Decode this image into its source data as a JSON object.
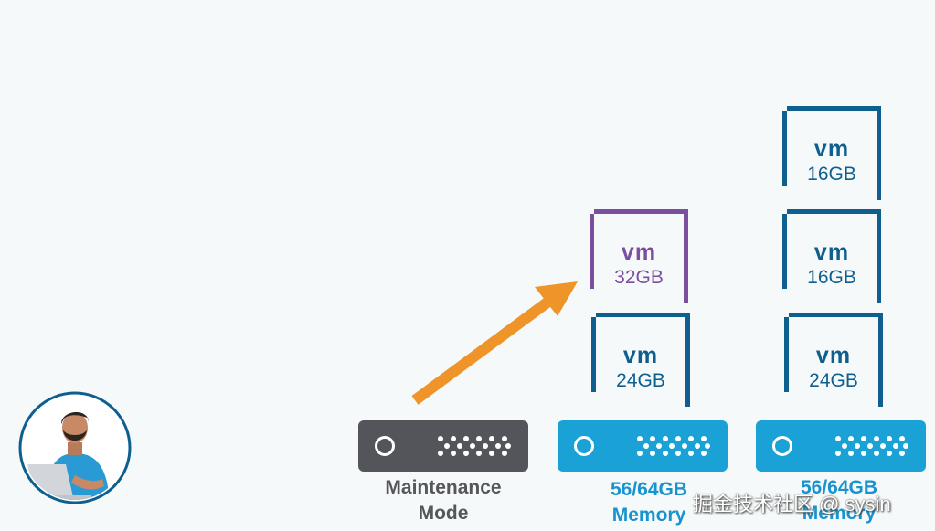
{
  "vms": {
    "col2": [
      {
        "name": "vm",
        "size": "32GB",
        "color": "#7b4fa0"
      },
      {
        "name": "vm",
        "size": "24GB",
        "color": "#0f5f8e"
      }
    ],
    "col3": [
      {
        "name": "vm",
        "size": "16GB",
        "color": "#0f5f8e"
      },
      {
        "name": "vm",
        "size": "16GB",
        "color": "#0f5f8e"
      },
      {
        "name": "vm",
        "size": "24GB",
        "color": "#0f5f8e"
      }
    ]
  },
  "hosts": [
    {
      "label_line1": "Maintenance",
      "label_line2": "Mode",
      "color": "#53555a"
    },
    {
      "label_line1": "56/64GB",
      "label_line2": "Memory",
      "color": "#1aa1d6"
    },
    {
      "label_line1": "56/64GB",
      "label_line2": "Memory",
      "color": "#1aa1d6"
    }
  ],
  "arrow": {
    "color": "#ef9428"
  },
  "watermark": "掘金技术社区 @ sysin"
}
